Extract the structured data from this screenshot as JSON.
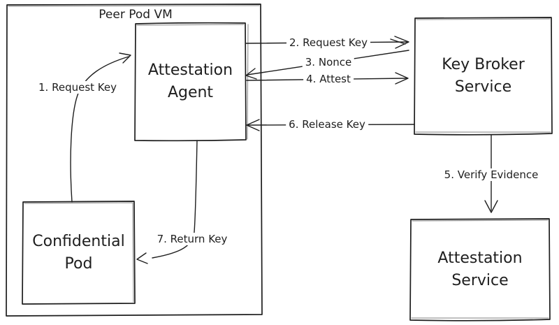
{
  "diagram": {
    "container": {
      "label": "Peer Pod VM"
    },
    "nodes": {
      "attestation_agent": {
        "label": "Attestation Agent"
      },
      "key_broker_service": {
        "label": "Key Broker Service"
      },
      "confidential_pod": {
        "label": "Confidential Pod"
      },
      "attestation_service": {
        "label": "Attestation Service"
      }
    },
    "edges": {
      "e1": {
        "label": "1. Request Key",
        "from": "Confidential Pod",
        "to": "Attestation Agent"
      },
      "e2": {
        "label": "2. Request Key",
        "from": "Attestation Agent",
        "to": "Key Broker Service"
      },
      "e3": {
        "label": "3. Nonce",
        "from": "Key Broker Service",
        "to": "Attestation Agent"
      },
      "e4": {
        "label": "4. Attest",
        "from": "Attestation Agent",
        "to": "Key Broker Service"
      },
      "e5": {
        "label": "5. Verify Evidence",
        "from": "Key Broker Service",
        "to": "Attestation Service"
      },
      "e6": {
        "label": "6. Release Key",
        "from": "Key Broker Service",
        "to": "Attestation Agent"
      },
      "e7": {
        "label": "7. Return Key",
        "from": "Attestation Agent",
        "to": "Confidential Pod"
      }
    },
    "colors": {
      "stroke": "#1e1e1e",
      "background": "#ffffff"
    }
  }
}
